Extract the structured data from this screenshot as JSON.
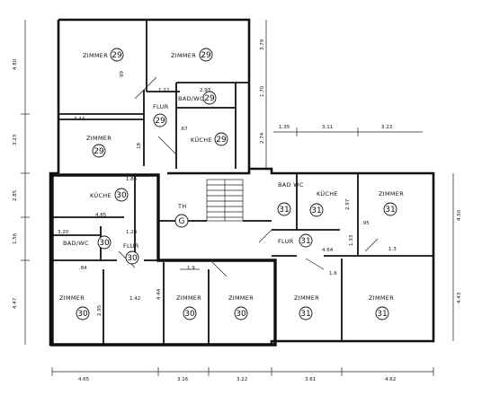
{
  "plan": {
    "rooms": [
      {
        "label": "ZIMMER",
        "number": "29"
      },
      {
        "label": "ZIMMER",
        "number": "29"
      },
      {
        "label": "FLUR",
        "number": "29"
      },
      {
        "label": "BAD/WC",
        "number": "29"
      },
      {
        "label": "ZIMMER",
        "number": "29"
      },
      {
        "label": "KÜCHE",
        "number": "29"
      },
      {
        "label": "KÜCHE",
        "number": "30"
      },
      {
        "label": "TH",
        "number": "G"
      },
      {
        "label": "BAD/WC",
        "number": "30"
      },
      {
        "label": "FLUR",
        "number": "30"
      },
      {
        "label": "ZIMMER",
        "number": "30"
      },
      {
        "label": "ZIMMER",
        "number": "30"
      },
      {
        "label": "ZIMMER",
        "number": "30"
      },
      {
        "label": "BAD WC",
        "number": "31"
      },
      {
        "label": "KÜCHE",
        "number": "31"
      },
      {
        "label": "ZIMMER",
        "number": "31"
      },
      {
        "label": "FLUR",
        "number": "31"
      },
      {
        "label": "ZIMMER",
        "number": "31"
      },
      {
        "label": "ZIMMER",
        "number": "31"
      }
    ],
    "dims": {
      "bottom": [
        "4.65",
        "3.16",
        "3.22",
        "3.61",
        "4.62"
      ],
      "top_right": [
        "1.35",
        "3.11",
        "3.23"
      ],
      "left": [
        "4.80",
        "3.23",
        "2.85",
        "1.56",
        "4.47"
      ],
      "mid_left": [
        "3.79",
        "1.70",
        "2.74"
      ],
      "right": [
        "4.50",
        "4.43"
      ],
      "inner": [
        "99",
        "1.22",
        "2.93",
        "4.44",
        ".67",
        "18",
        "1.85",
        "4.85",
        "3.20",
        "1.24",
        "1.42",
        "2.95",
        ".84",
        "4.44",
        "4.64",
        "1.33",
        "2.97",
        "1.6",
        "1.3",
        ".95",
        "1.9"
      ]
    }
  }
}
